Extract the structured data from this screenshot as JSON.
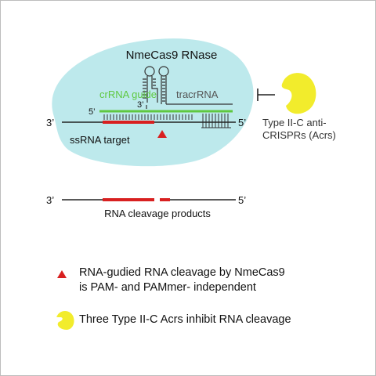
{
  "diagram": {
    "enzyme_label": "NmeCas9 RNase",
    "guide_label": "crRNA guide",
    "tracr_label": "tracrRNA",
    "target_label": "ssRNA target",
    "products_label": "RNA cleavage products",
    "end_3_prime": "3’",
    "end_5_prime": "5’",
    "inhibitor_label_line1": "Type II-C anti-",
    "inhibitor_label_line2": "CRISPRs (Acrs)"
  },
  "legend": {
    "cleavage_line1": "RNA-gudied RNA cleavage by NmeCas9",
    "cleavage_line2": "is PAM- and PAMmer- independent",
    "acr_line": "Three Type II-C Acrs inhibit RNA cleavage"
  },
  "colors": {
    "cas9_blob": "#bde9ec",
    "guide_green": "#5ec840",
    "cleavage_red": "#d82020",
    "acr_yellow": "#f2ec2c",
    "line": "#222222"
  }
}
